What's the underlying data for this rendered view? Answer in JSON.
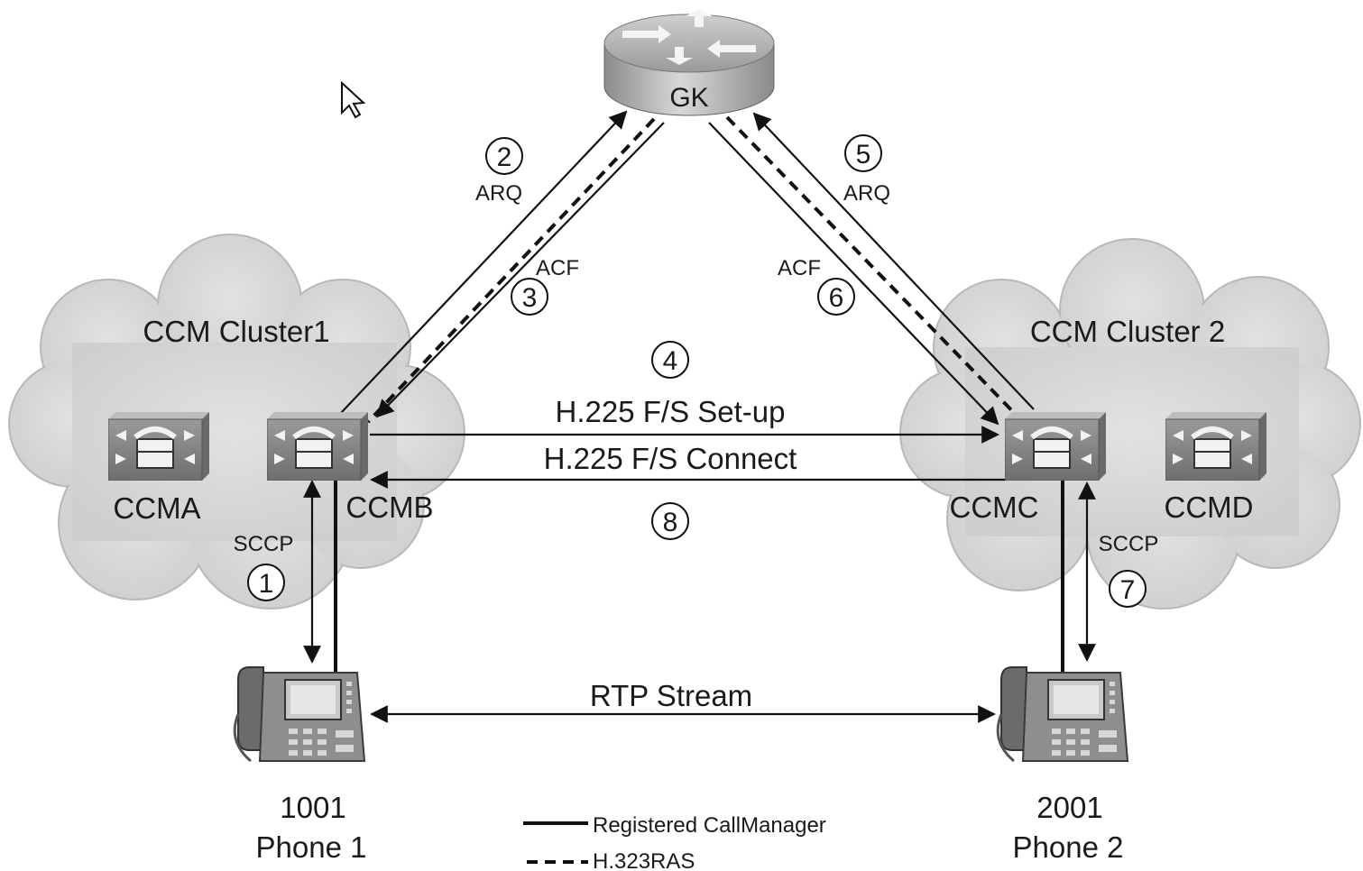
{
  "gatekeeper": {
    "label": "GK"
  },
  "clusters": {
    "cluster1": {
      "label": "CCM Cluster1"
    },
    "cluster2": {
      "label": "CCM Cluster 2"
    }
  },
  "servers": {
    "ccma": {
      "label": "CCMA"
    },
    "ccmb": {
      "label": "CCMB"
    },
    "ccmc": {
      "label": "CCMC"
    },
    "ccmd": {
      "label": "CCMD"
    }
  },
  "phones": {
    "phone1": {
      "number": "1001",
      "name": "Phone 1"
    },
    "phone2": {
      "number": "2001",
      "name": "Phone 2"
    }
  },
  "steps": {
    "s1": {
      "num": "1",
      "label": "SCCP"
    },
    "s2": {
      "num": "2",
      "label": "ARQ"
    },
    "s3": {
      "num": "3",
      "label": "ACF"
    },
    "s4": {
      "num": "4",
      "label": "H.225 F/S Set-up"
    },
    "s5": {
      "num": "5",
      "label": "ARQ"
    },
    "s6": {
      "num": "6",
      "label": "ACF"
    },
    "s7": {
      "num": "7",
      "label": "SCCP"
    },
    "s8": {
      "num": "8",
      "label": "H.225 F/S Connect"
    }
  },
  "rtp": {
    "label": "RTP Stream"
  },
  "legend": {
    "solid": "Registered CallManager",
    "dashed": "H.323RAS"
  },
  "icons": {
    "router": "router-icon",
    "callmanager": "callmanager-server-icon",
    "phone": "ip-phone-icon",
    "cursor": "mouse-cursor-icon"
  }
}
